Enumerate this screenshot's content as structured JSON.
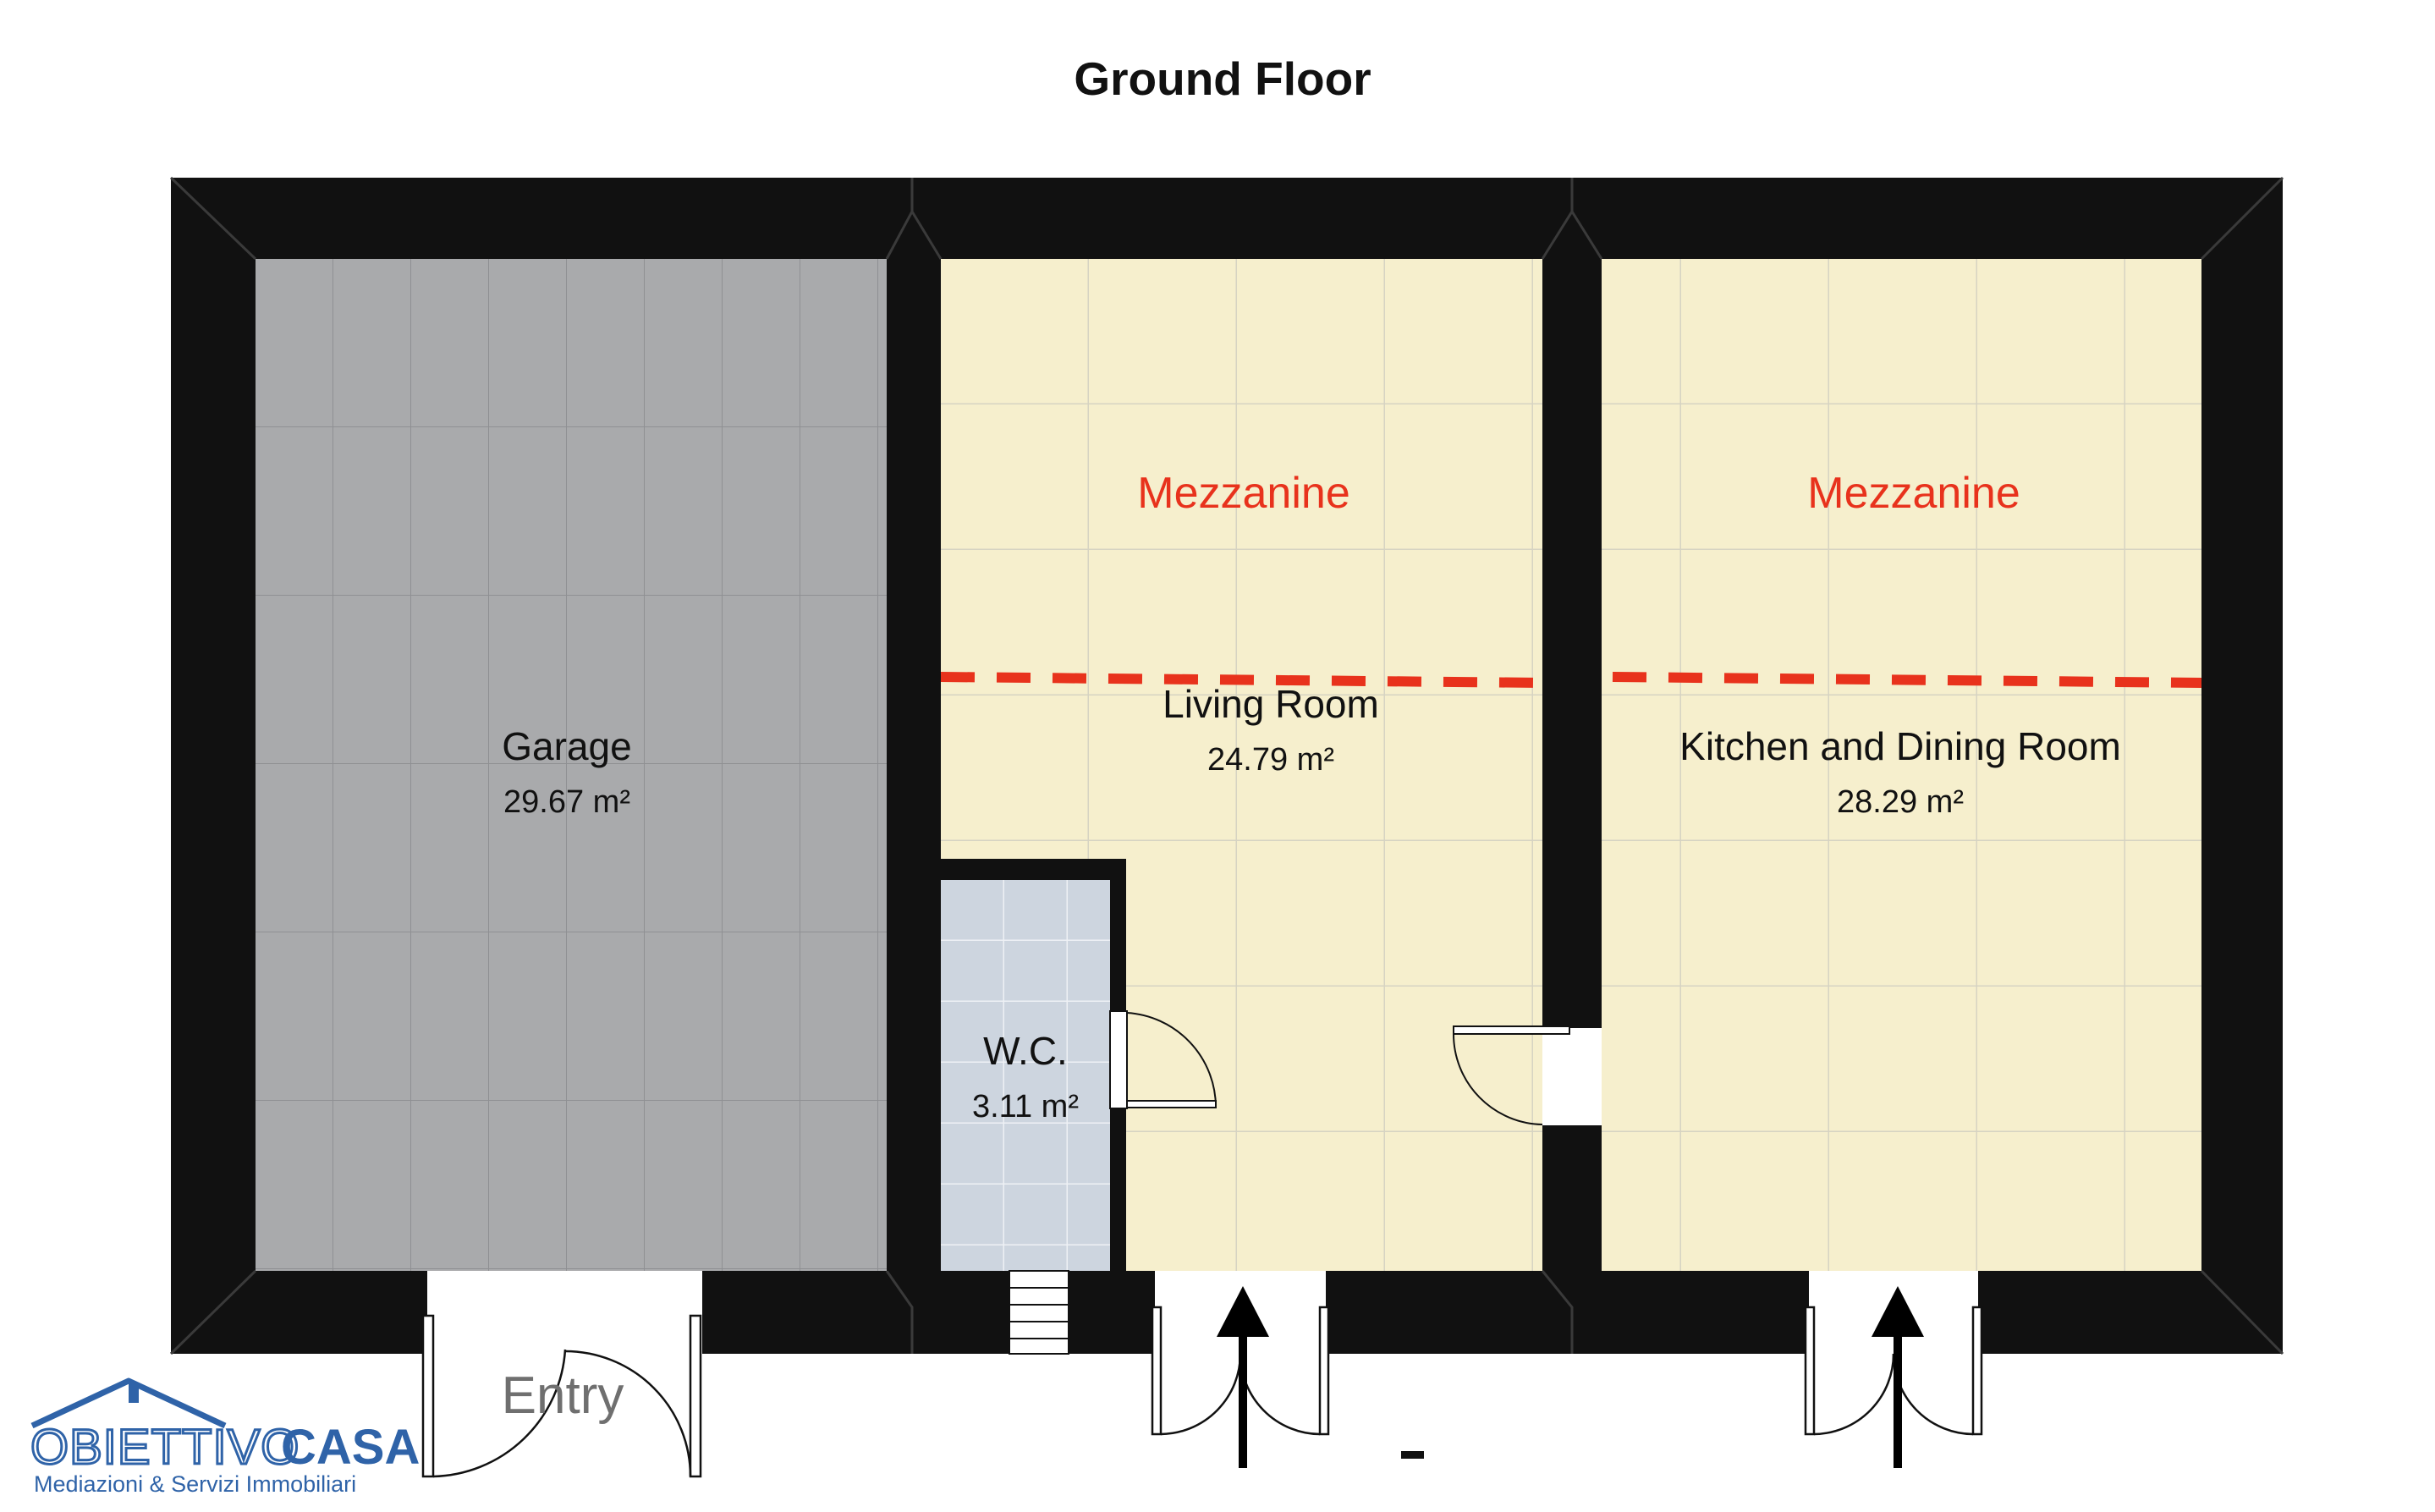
{
  "title": "Ground Floor",
  "rooms": [
    {
      "name": "Garage",
      "area": "29.67 m²"
    },
    {
      "name": "Living Room",
      "area": "24.79 m²"
    },
    {
      "name": "Kitchen and Dining Room",
      "area": "28.29 m²"
    },
    {
      "name": "W.C.",
      "area": "3.11 m²"
    }
  ],
  "mezzanine_labels": [
    "Mezzanine",
    "Mezzanine"
  ],
  "entry_label": "Entry",
  "logo": {
    "brand_left": "OBIETTIVO",
    "brand_right": "CASA",
    "tagline": "Mediazioni & Servizi Immobiliari"
  },
  "colors": {
    "wall": "#111111",
    "garage_floor": "#a9aaac",
    "living_floor": "#f6efcd",
    "wc_floor": "#cdd5df",
    "mezzanine": "#e8321c",
    "logo_blue": "#2f63a8"
  }
}
